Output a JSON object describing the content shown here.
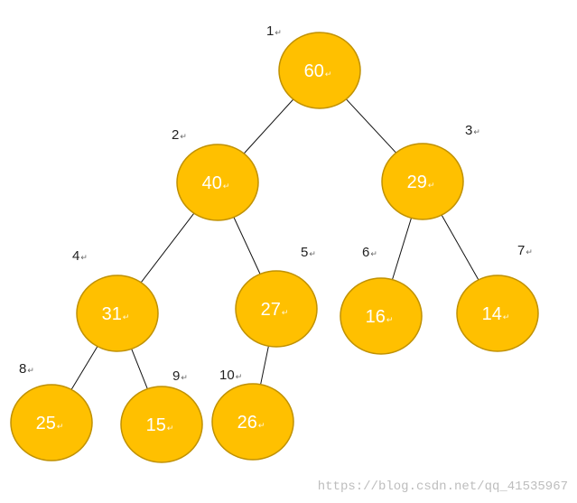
{
  "tree": {
    "nodes": [
      {
        "index": "1",
        "value": "60"
      },
      {
        "index": "2",
        "value": "40"
      },
      {
        "index": "3",
        "value": "29"
      },
      {
        "index": "4",
        "value": "31"
      },
      {
        "index": "5",
        "value": "27"
      },
      {
        "index": "6",
        "value": "16"
      },
      {
        "index": "7",
        "value": "14"
      },
      {
        "index": "8",
        "value": "25"
      },
      {
        "index": "9",
        "value": "15"
      },
      {
        "index": "10",
        "value": "26"
      }
    ],
    "edges": [
      [
        1,
        2
      ],
      [
        1,
        3
      ],
      [
        2,
        4
      ],
      [
        2,
        5
      ],
      [
        3,
        6
      ],
      [
        3,
        7
      ],
      [
        4,
        8
      ],
      [
        4,
        9
      ],
      [
        5,
        10
      ]
    ],
    "colors": {
      "node_fill": "#FFC000",
      "node_stroke": "#C09100",
      "node_text": "#FFFFFF",
      "edge": "#111111"
    }
  },
  "return_mark": "↵",
  "watermark": "https://blog.csdn.net/qq_41535967"
}
